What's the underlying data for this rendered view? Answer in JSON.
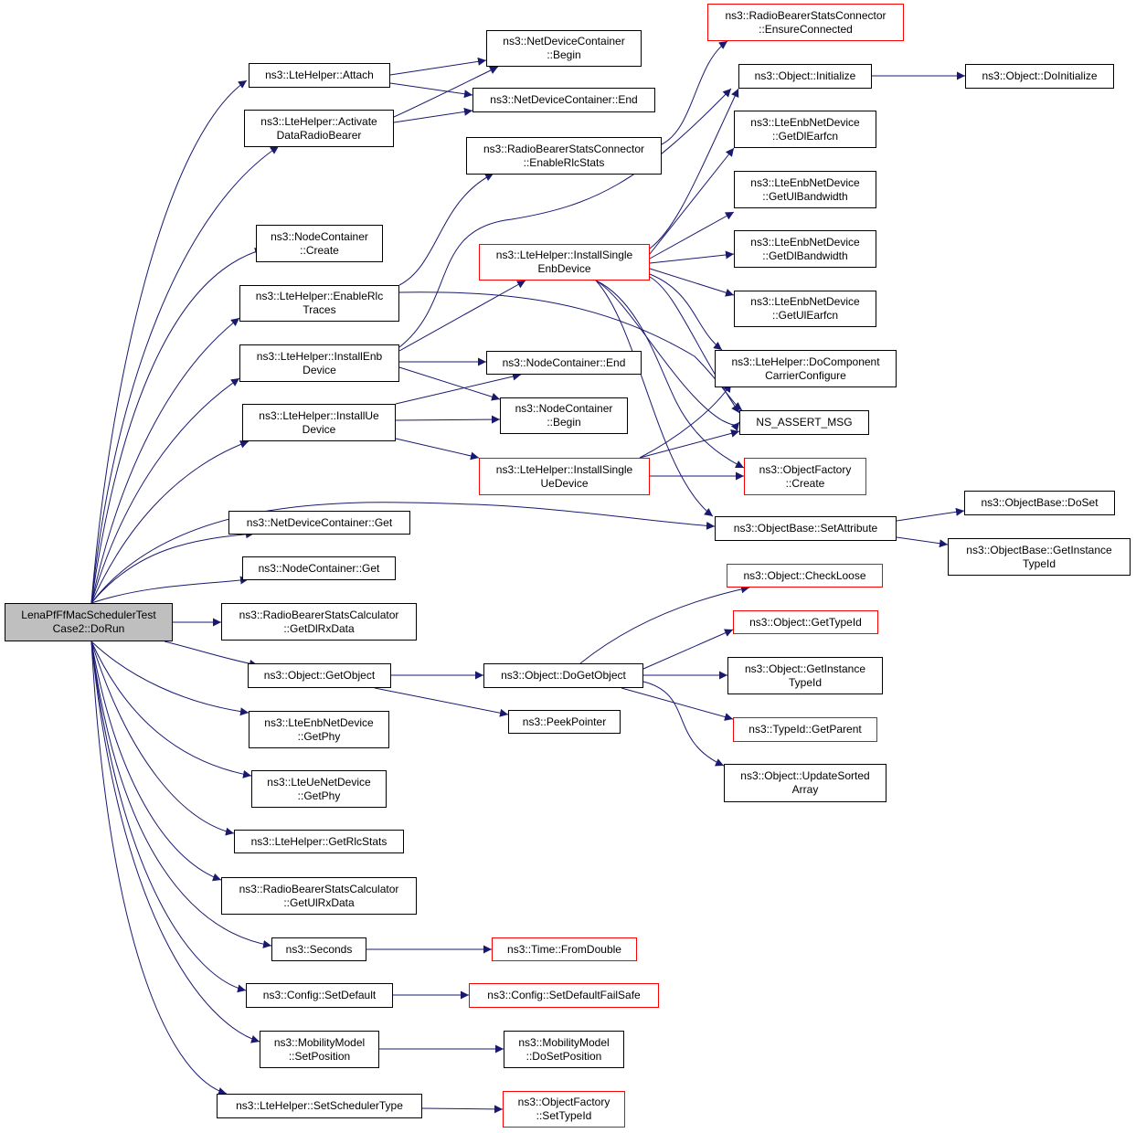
{
  "colors": {
    "edge": "#191970",
    "border": "#000000",
    "external_border": "#ff0000",
    "root_fill": "#bfbfbf"
  },
  "nodes": {
    "root": [
      "LenaPfFfMacSchedulerTest",
      "Case2::DoRun"
    ],
    "attach": [
      "ns3::LteHelper::Attach"
    ],
    "activate": [
      "ns3::LteHelper::Activate",
      "DataRadioBearer"
    ],
    "ndc_begin": [
      "ns3::NetDeviceContainer",
      "::Begin"
    ],
    "ndc_end": [
      "ns3::NetDeviceContainer::End"
    ],
    "rbsc_ensure": [
      "ns3::RadioBearerStatsConnector",
      "::EnsureConnected"
    ],
    "obj_init": [
      "ns3::Object::Initialize"
    ],
    "obj_doinit": [
      "ns3::Object::DoInitialize"
    ],
    "rbsc_enable": [
      "ns3::RadioBearerStatsConnector",
      "::EnableRlcStats"
    ],
    "nc_create": [
      "ns3::NodeContainer",
      "::Create"
    ],
    "enable_rlc": [
      "ns3::LteHelper::EnableRlc",
      "Traces"
    ],
    "install_single_enb": [
      "ns3::LteHelper::InstallSingle",
      "EnbDevice"
    ],
    "get_dl_earfcn": [
      "ns3::LteEnbNetDevice",
      "::GetDlEarfcn"
    ],
    "get_ul_bw": [
      "ns3::LteEnbNetDevice",
      "::GetUlBandwidth"
    ],
    "get_dl_bw": [
      "ns3::LteEnbNetDevice",
      "::GetDlBandwidth"
    ],
    "get_ul_earfcn": [
      "ns3::LteEnbNetDevice",
      "::GetUlEarfcn"
    ],
    "install_enb": [
      "ns3::LteHelper::InstallEnb",
      "Device"
    ],
    "nc_end": [
      "ns3::NodeContainer::End"
    ],
    "do_cc": [
      "ns3::LteHelper::DoComponent",
      "CarrierConfigure"
    ],
    "install_ue": [
      "ns3::LteHelper::InstallUe",
      "Device"
    ],
    "nc_begin": [
      "ns3::NodeContainer",
      "::Begin"
    ],
    "ns_assert": [
      "NS_ASSERT_MSG"
    ],
    "install_single_ue": [
      "ns3::LteHelper::InstallSingle",
      "UeDevice"
    ],
    "of_create": [
      "ns3::ObjectFactory",
      "::Create"
    ],
    "ndc_get": [
      "ns3::NetDeviceContainer::Get"
    ],
    "set_attr": [
      "ns3::ObjectBase::SetAttribute"
    ],
    "do_set": [
      "ns3::ObjectBase::DoSet"
    ],
    "get_instance_typeid_base": [
      "ns3::ObjectBase::GetInstance",
      "TypeId"
    ],
    "nc_get": [
      "ns3::NodeContainer::Get"
    ],
    "check_loose": [
      "ns3::Object::CheckLoose"
    ],
    "rbscalc_dl": [
      "ns3::RadioBearerStatsCalculator",
      "::GetDlRxData"
    ],
    "get_typeid": [
      "ns3::Object::GetTypeId"
    ],
    "get_object": [
      "ns3::Object::GetObject"
    ],
    "do_get_object": [
      "ns3::Object::DoGetObject"
    ],
    "get_instance_typeid": [
      "ns3::Object::GetInstance",
      "TypeId"
    ],
    "peek_pointer": [
      "ns3::PeekPointer"
    ],
    "get_parent": [
      "ns3::TypeId::GetParent"
    ],
    "enb_get_phy": [
      "ns3::LteEnbNetDevice",
      "::GetPhy"
    ],
    "update_sorted": [
      "ns3::Object::UpdateSorted",
      "Array"
    ],
    "ue_get_phy": [
      "ns3::LteUeNetDevice",
      "::GetPhy"
    ],
    "get_rlc_stats": [
      "ns3::LteHelper::GetRlcStats"
    ],
    "rbscalc_ul": [
      "ns3::RadioBearerStatsCalculator",
      "::GetUlRxData"
    ],
    "seconds": [
      "ns3::Seconds"
    ],
    "from_double": [
      "ns3::Time::FromDouble"
    ],
    "config_setdefault": [
      "ns3::Config::SetDefault"
    ],
    "config_setdefault_fs": [
      "ns3::Config::SetDefaultFailSafe"
    ],
    "mm_setpos": [
      "ns3::MobilityModel",
      "::SetPosition"
    ],
    "mm_dosetpos": [
      "ns3::MobilityModel",
      "::DoSetPosition"
    ],
    "set_sched": [
      "ns3::LteHelper::SetSchedulerType"
    ],
    "of_settypeid": [
      "ns3::ObjectFactory",
      "::SetTypeId"
    ]
  }
}
